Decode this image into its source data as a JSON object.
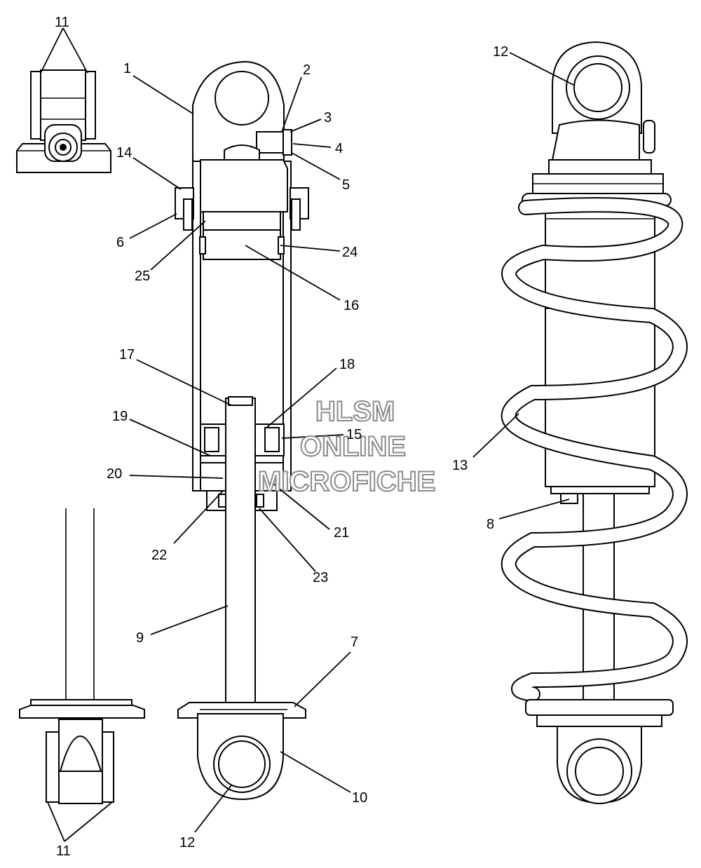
{
  "watermark": {
    "line1": "HLSM",
    "line2": "ONLINE",
    "line3": "MICROFICHE"
  },
  "callouts": {
    "c1": "1",
    "c2": "2",
    "c3": "3",
    "c4": "4",
    "c5": "5",
    "c6": "6",
    "c7": "7",
    "c8": "8",
    "c9": "9",
    "c10": "10",
    "c11_top": "11",
    "c11_bottom": "11",
    "c12_top": "12",
    "c12_bottom": "12",
    "c13": "13",
    "c14": "14",
    "c15": "15",
    "c16": "16",
    "c17": "17",
    "c18": "18",
    "c19": "19",
    "c20": "20",
    "c21": "21",
    "c22": "22",
    "c23": "23",
    "c24": "24",
    "c25": "25"
  }
}
